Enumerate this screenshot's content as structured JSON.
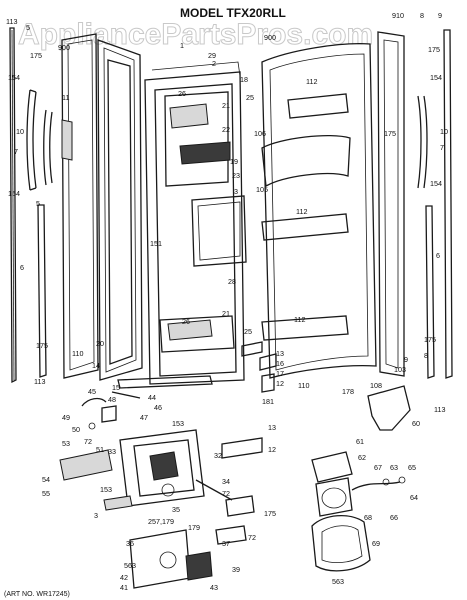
{
  "title": "MODEL TFX20RLL",
  "watermark": "AppliancePartsPros.com",
  "art_number": "(ART NO. WR17245)",
  "callouts": {
    "c113a": "113",
    "c5a": "5",
    "c175a": "175",
    "c154a": "154",
    "c11": "11",
    "c10a": "10",
    "c7a": "7",
    "c154b": "154",
    "c5b": "5",
    "c6a": "6",
    "c900a": "900",
    "c1": "1",
    "c29": "29",
    "c2": "2",
    "c18": "18",
    "c26a": "26",
    "c21a": "21",
    "c25a": "25",
    "c22": "22",
    "c19": "19",
    "c23": "23",
    "c3": "3",
    "c151": "151",
    "c28": "28",
    "c26b": "26",
    "c21b": "21",
    "c25b": "25",
    "c20": "20",
    "c14": "14",
    "c110a": "110",
    "c175b": "175",
    "c113b": "113",
    "c15": "15",
    "c910": "910",
    "c900b": "900",
    "c8a": "8",
    "c9a": "9",
    "c175c": "175",
    "c154c": "154",
    "c112a": "112",
    "c106": "106",
    "c105": "105",
    "c112b": "112",
    "c112c": "112",
    "c175d": "175",
    "c10b": "10",
    "c7b": "7",
    "c154d": "154",
    "c6b": "6",
    "c175e": "175",
    "c8b": "8",
    "c9b": "9",
    "c113c": "113",
    "c13a": "13",
    "c16": "16",
    "c17": "17",
    "c12a": "12",
    "c181": "181",
    "c110b": "110",
    "c178": "178",
    "c108": "108",
    "c103": "103",
    "c44": "44",
    "c45": "45",
    "c48": "48",
    "c49": "49",
    "c46": "46",
    "c47": "47",
    "c50": "50",
    "c153a": "153",
    "c72a": "72",
    "c51": "51",
    "c53": "53",
    "c33": "33",
    "c54": "54",
    "c55": "55",
    "c32": "32",
    "c13b": "13",
    "c12b": "12",
    "c34": "34",
    "c153b": "153",
    "c72b": "72",
    "c35": "35",
    "c3b": "3",
    "c257": "257,179",
    "c175f": "175",
    "c36": "36",
    "c37": "37",
    "c179": "179",
    "c72c": "72",
    "c563a": "563",
    "c42": "42",
    "c41": "41",
    "c43": "43",
    "c39": "39",
    "c60": "60",
    "c61": "61",
    "c62": "62",
    "c67": "67",
    "c63": "63",
    "c65": "65",
    "c64": "64",
    "c66": "66",
    "c68": "68",
    "c69": "69",
    "c563b": "563"
  }
}
